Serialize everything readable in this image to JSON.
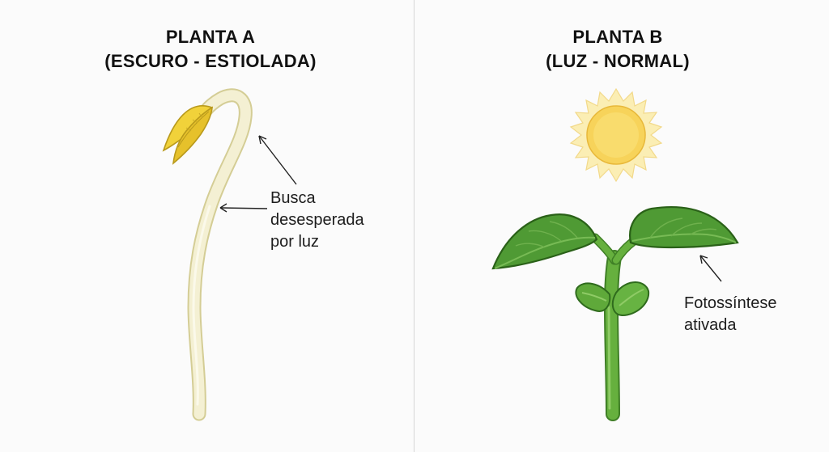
{
  "panel_a": {
    "title_line1": "PLANTA A",
    "title_line2": "(ESCURO - ESTIOLADA)",
    "annotation": [
      "Busca",
      "desesperada",
      "por luz"
    ]
  },
  "panel_b": {
    "title_line1": "PLANTA B",
    "title_line2": "(LUZ - NORMAL)",
    "annotation": [
      "Fotossíntese",
      "ativada"
    ]
  },
  "colors": {
    "etiolated_stem": "#f3efcf",
    "etiolated_leaf": "#f1d23a",
    "leaf_green": "#4f9a34",
    "stem_green": "#64ad3c",
    "sun": "#f7d35a"
  }
}
